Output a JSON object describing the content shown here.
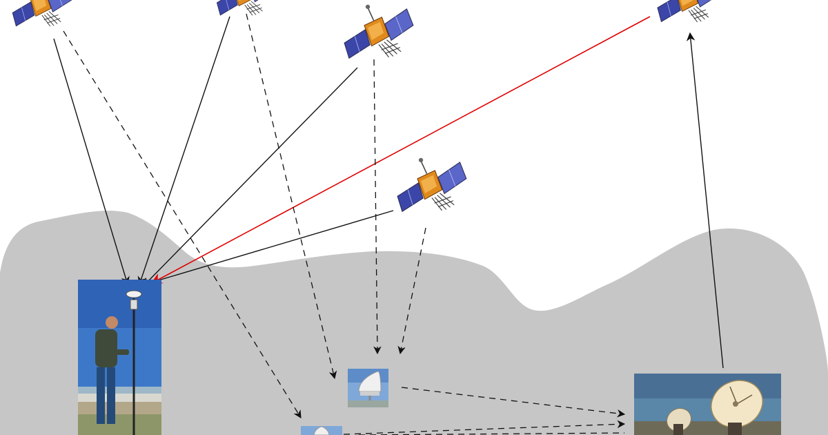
{
  "diagram": {
    "type": "gnss-positioning-network-diagram",
    "colors": {
      "background": "#ffffff",
      "terrain": "#c6c6c6",
      "signal_line": "#111111",
      "highlight_line": "#e00000",
      "solar_panel": "#3b46a8",
      "satellite_body": "#e08a1e"
    },
    "satellites": [
      {
        "id": "sat-1",
        "icon": "satellite-icon"
      },
      {
        "id": "sat-2",
        "icon": "satellite-icon"
      },
      {
        "id": "sat-3",
        "icon": "satellite-icon"
      },
      {
        "id": "sat-4",
        "icon": "satellite-icon"
      },
      {
        "id": "sat-5",
        "icon": "satellite-icon"
      }
    ],
    "ground_nodes": [
      {
        "id": "rover",
        "icon": "surveyor-with-gnss-rover-pole-photo"
      },
      {
        "id": "reference-station-1",
        "icon": "gnss-antenna-photo"
      },
      {
        "id": "reference-station-2",
        "icon": "gnss-antenna-photo"
      },
      {
        "id": "ground-station",
        "icon": "satellite-dish-antennas-photo"
      }
    ],
    "connections": [
      {
        "from": "sat-1",
        "to": "rover",
        "style": "solid"
      },
      {
        "from": "sat-1",
        "to": "reference-station-2",
        "style": "dashed"
      },
      {
        "from": "sat-2",
        "to": "rover",
        "style": "solid"
      },
      {
        "from": "sat-2",
        "to": "reference-station-1",
        "style": "dashed"
      },
      {
        "from": "sat-3",
        "to": "rover",
        "style": "solid"
      },
      {
        "from": "sat-3",
        "to": "reference-station-1",
        "style": "dashed"
      },
      {
        "from": "sat-4",
        "to": "rover",
        "style": "solid",
        "color": "red"
      },
      {
        "from": "sat-5",
        "to": "rover",
        "style": "solid"
      },
      {
        "from": "sat-5",
        "to": "reference-station-1",
        "style": "dashed"
      },
      {
        "from": "reference-station-1",
        "to": "ground-station",
        "style": "dashed"
      },
      {
        "from": "reference-station-2",
        "to": "ground-station",
        "style": "dashed"
      },
      {
        "from": "ground-station",
        "to": "sat-4",
        "style": "solid"
      }
    ]
  }
}
